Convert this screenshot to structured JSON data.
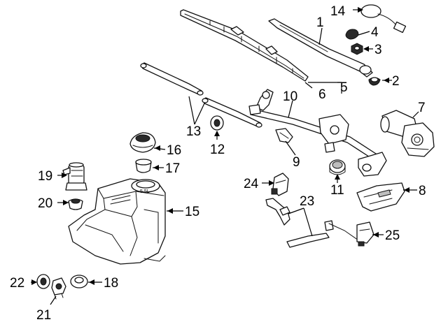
{
  "callouts": {
    "c1": "1",
    "c2": "2",
    "c3": "3",
    "c4": "4",
    "c5": "5",
    "c6": "6",
    "c7": "7",
    "c8": "8",
    "c9": "9",
    "c10": "10",
    "c11": "11",
    "c12": "12",
    "c13": "13",
    "c14": "14",
    "c15": "15",
    "c16": "16",
    "c17": "17",
    "c18": "18",
    "c19": "19",
    "c20": "20",
    "c21": "21",
    "c22": "22",
    "c23": "23",
    "c24": "24",
    "c25": "25"
  },
  "tank_marking": "5.5L",
  "colors": {
    "line": "#111111",
    "fill": "#ffffff",
    "background": "#ffffff"
  }
}
